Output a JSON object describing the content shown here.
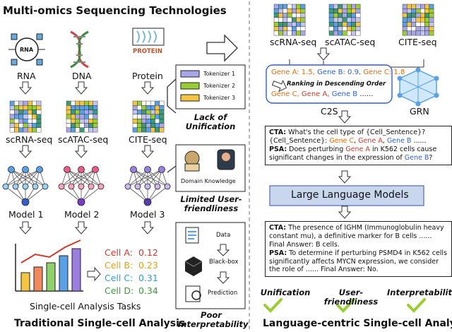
{
  "left": {
    "title": "Multi-omics Sequencing Technologies",
    "icon_text": {
      "rna": "RNA",
      "protein": "PROTEIN"
    },
    "omics": [
      "RNA",
      "DNA",
      "Protein"
    ],
    "seq": [
      "scRNA-seq",
      "scATAC-seq",
      "CITE-seq"
    ],
    "models": [
      "Model 1",
      "Model 2",
      "Model 3"
    ],
    "results": {
      "cells": [
        "Cell A:",
        "Cell B:",
        "Cell C:",
        "Cell D:"
      ],
      "values": [
        "0.12",
        "0.23",
        "0.31",
        "0.34"
      ]
    },
    "task_label": "Single-cell Analysis Tasks",
    "footer": "Traditional Single-cell Analysis"
  },
  "issues": {
    "tokenizers": [
      "Tokenizer 1",
      "Tokenizer 2",
      "Tokenizer 3"
    ],
    "lack": "Lack of Unification",
    "domain_knowledge": "Domain Knowledge",
    "limited": "Limited User-friendliness",
    "flow": [
      "Data",
      "Black-box",
      "Prediction"
    ],
    "poor": "Poor Interpretability"
  },
  "right": {
    "seq": [
      "scRNA-seq",
      "scATAC-seq",
      "CITE-seq"
    ],
    "ranking_label": "Ranking in Descending Order",
    "c2s": "C2S",
    "grn": "GRN",
    "cta_q": "What's the cell type of {Cell_Sentence}? {Cell_Sentence}:",
    "psa_q1": "Does perturbing",
    "psa_q2": "in K562 cells cause significant changes in the expression of",
    "llm": "Large Language Models",
    "cta_a": "The presence of IGHM (Immunoglobulin heavy constant mu), a definitive marker for B cells ...... Final Answer: B cells.",
    "psa_a": "To determine if perturbing PSMD4 in K562 cells significantly affects MYCN expression, we consider the role of ...... Final Answer: No.",
    "virtues": [
      "Unification",
      "User-friendliness",
      "Interpretability"
    ],
    "footer": "Language-centric Single-cell Analysis"
  },
  "colors": {
    "orange": "#e36c0a",
    "blue": "#2f5fd0",
    "red": "#d0392a",
    "green": "#9acd32",
    "purple": "#a7a7e8",
    "yellow": "#f5c542"
  }
}
